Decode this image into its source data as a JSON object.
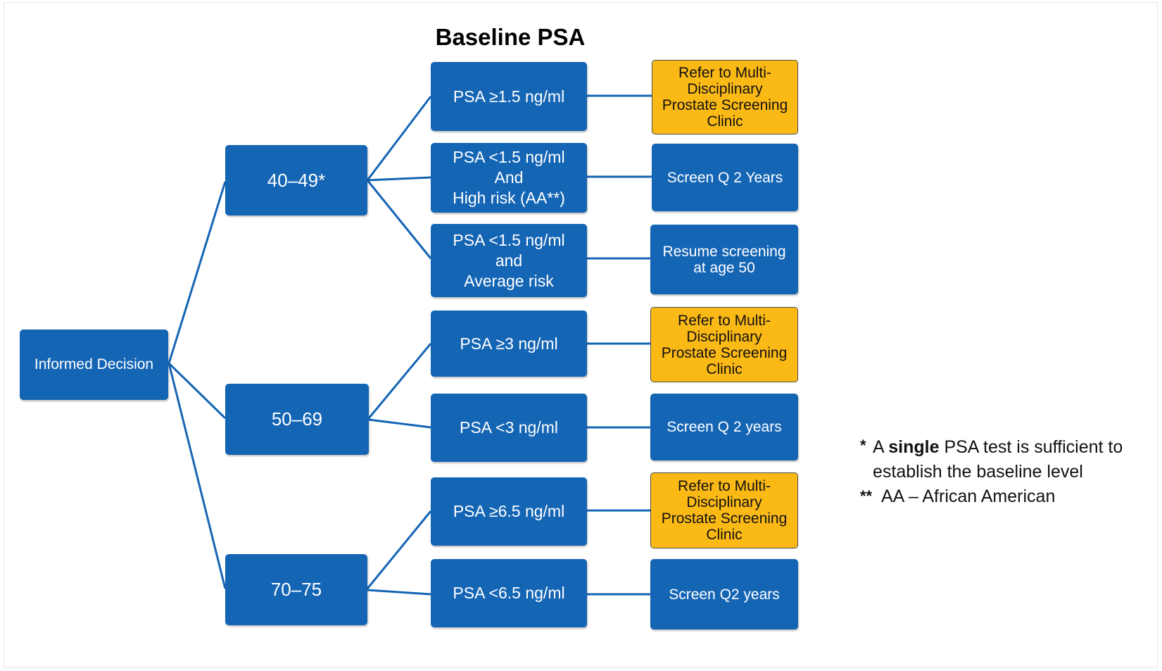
{
  "title": "Baseline PSA",
  "root": {
    "label": "Informed Decision"
  },
  "age_groups": [
    {
      "label": "40–49*"
    },
    {
      "label": "50–69"
    },
    {
      "label": "70–75"
    }
  ],
  "psa_criteria": [
    {
      "label": "PSA ≥1.5 ng/ml"
    },
    {
      "label": "PSA <1.5 ng/ml\nAnd\nHigh risk (AA**)"
    },
    {
      "label": "PSA <1.5 ng/ml\nand\nAverage risk"
    },
    {
      "label": "PSA ≥3 ng/ml"
    },
    {
      "label": "PSA <3 ng/ml"
    },
    {
      "label": "PSA ≥6.5 ng/ml"
    },
    {
      "label": "PSA <6.5 ng/ml"
    }
  ],
  "outcomes": [
    {
      "label": "Refer to Multi-\nDisciplinary\nProstate Screening\nClinic",
      "type": "refer"
    },
    {
      "label": "Screen Q 2 Years",
      "type": "screen"
    },
    {
      "label": "Resume screening\nat age 50",
      "type": "screen"
    },
    {
      "label": "Refer to Multi-\nDisciplinary\nProstate Screening\nClinic",
      "type": "refer"
    },
    {
      "label": "Screen Q 2 years",
      "type": "screen"
    },
    {
      "label": "Refer to Multi-\nDisciplinary\nProstate Screening\nClinic",
      "type": "refer"
    },
    {
      "label": "Screen Q2 years",
      "type": "screen"
    }
  ],
  "footnotes": {
    "note1": {
      "mark": "*",
      "pre": "A ",
      "bold": "single",
      "post": " PSA test is sufficient to",
      "line2": "establish the baseline level"
    },
    "note2": {
      "mark": "**",
      "text": "AA – African American"
    }
  },
  "colors": {
    "box_blue": "#1565b5",
    "refer_gold": "#fbb916",
    "connector": "#1565b5"
  }
}
